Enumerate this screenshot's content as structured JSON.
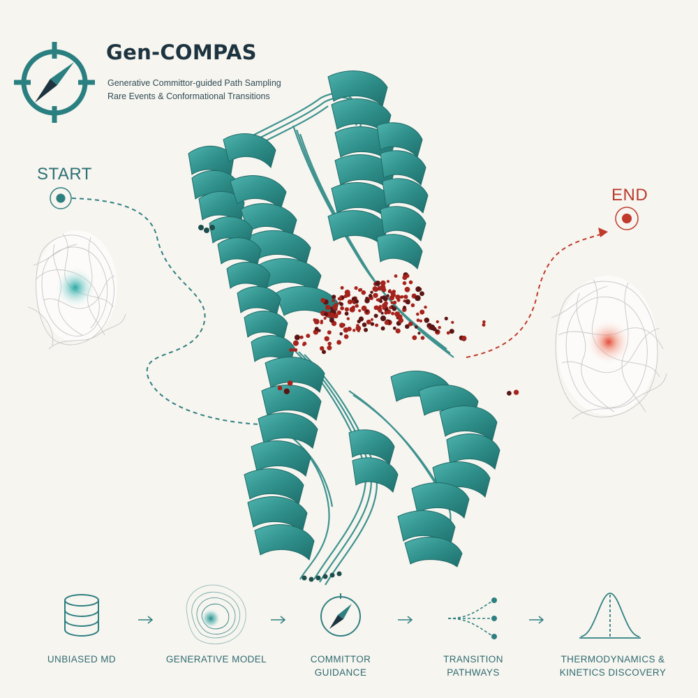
{
  "header": {
    "title": "Gen-COMPAS",
    "subtitle_line1": "Generative Committor-guided Path Sampling",
    "subtitle_line2": "Rare Events & Conformational Transitions"
  },
  "states": {
    "start_label": "START",
    "end_label": "END"
  },
  "pipeline": {
    "steps": [
      {
        "label": "UNBIASED MD",
        "icon": "database-icon"
      },
      {
        "label": "GENERATIVE MODEL",
        "icon": "contour-density-icon"
      },
      {
        "label": "COMMITTOR\nGUIDANCE",
        "icon": "compass-icon"
      },
      {
        "label": "TRANSITION\nPATHWAYS",
        "icon": "branching-paths-icon"
      },
      {
        "label": "THERMODYNAMICS &\nKINETICS DISCOVERY",
        "icon": "distribution-curve-icon"
      }
    ],
    "arrow_icon": "arrow-right-icon"
  },
  "colors": {
    "teal": "#2e8a88",
    "teal_dark": "#236b6b",
    "red": "#c0392b",
    "navy": "#1d3440",
    "background": "#f7f5f0"
  }
}
